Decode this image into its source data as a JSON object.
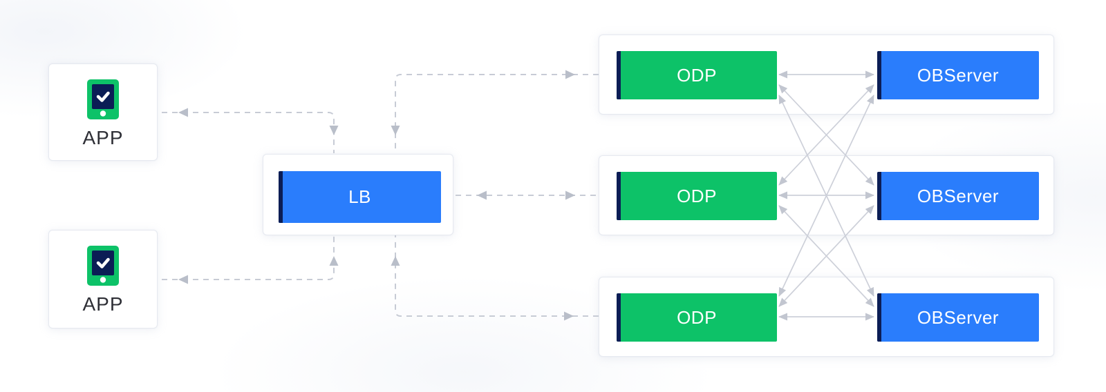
{
  "diagram": {
    "kind": "load-balancing architecture",
    "nodes": {
      "apps": [
        {
          "id": "app-1",
          "label": "APP",
          "icon": "tablet-check-icon"
        },
        {
          "id": "app-2",
          "label": "APP",
          "icon": "tablet-check-icon"
        }
      ],
      "lb": {
        "id": "lb",
        "label": "LB"
      },
      "servers": [
        {
          "id": "server-group-1",
          "odp": "ODP",
          "observer": "OBServer"
        },
        {
          "id": "server-group-2",
          "odp": "ODP",
          "observer": "OBServer"
        },
        {
          "id": "server-group-3",
          "odp": "ODP",
          "observer": "OBServer"
        }
      ]
    },
    "connections": {
      "dashed_bidirectional": [
        {
          "from": "app-1",
          "to": "lb"
        },
        {
          "from": "app-2",
          "to": "lb"
        },
        {
          "from": "lb",
          "to": "server-group-1"
        },
        {
          "from": "lb",
          "to": "server-group-2"
        },
        {
          "from": "lb",
          "to": "server-group-3"
        }
      ],
      "solid_mesh": {
        "description": "every ODP connects to every OBServer, arrows on both ends",
        "pairs": 9
      }
    }
  },
  "colors": {
    "green": "#0dc268",
    "blue": "#2a7dfc",
    "navy": "#0b1d55",
    "line": "#c7cbd5",
    "arrow": "#b9bec9",
    "mesh": "#cdd0d9",
    "mesh-arrow": "#c2c6d0",
    "border": "#e6e9f0",
    "text": "#2e2f36"
  }
}
